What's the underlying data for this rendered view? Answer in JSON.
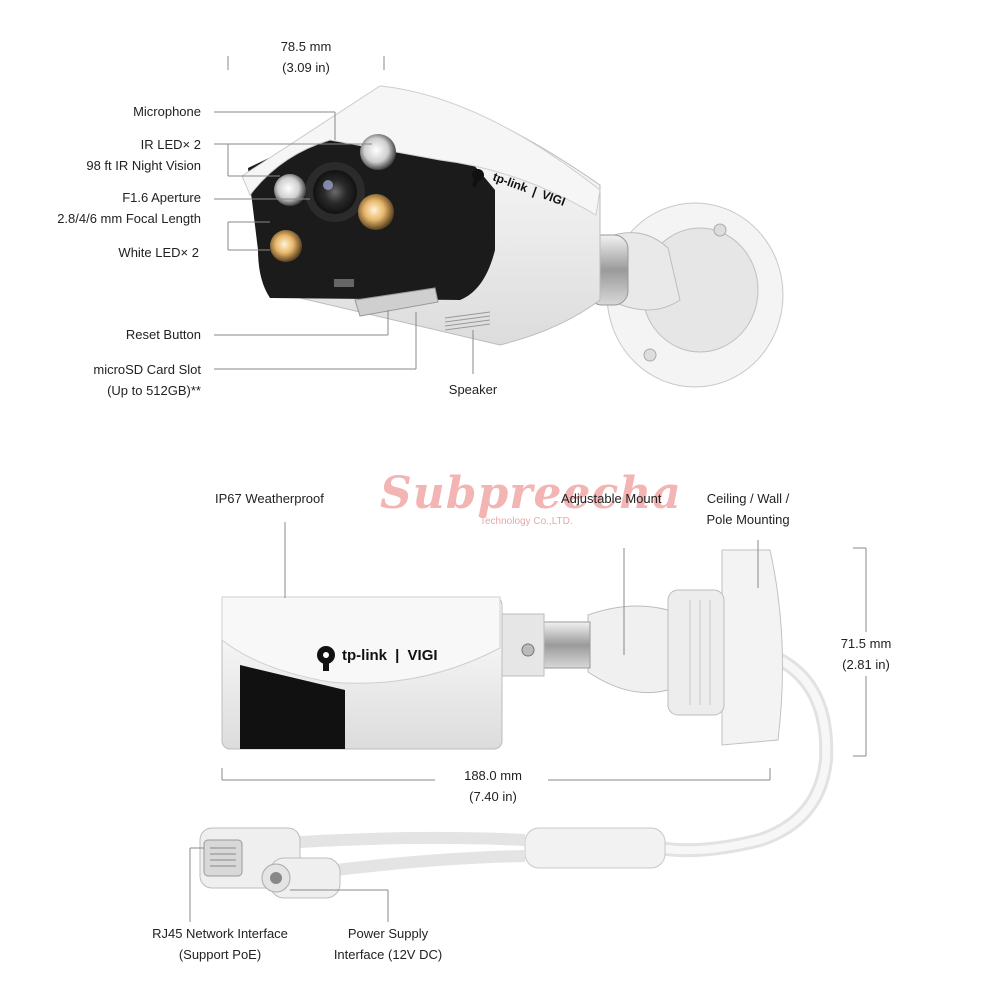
{
  "top_view": {
    "width": {
      "value": "78.5 mm",
      "sub": "(3.09 in)"
    },
    "labels": {
      "microphone": "Microphone",
      "ir_led": "IR LED× 2",
      "ir_night_vision": "98 ft IR Night Vision",
      "aperture": "F1.6 Aperture",
      "focal_length": "2.8/4/6 mm Focal Length",
      "white_led": "White LED× 2",
      "reset": "Reset Button",
      "microsd": "microSD Card Slot",
      "microsd_sub": "(Up to 512GB)**",
      "speaker": "Speaker"
    }
  },
  "side_view": {
    "labels": {
      "ip67": "IP67 Weatherproof",
      "adjustable_mount": "Adjustable Mount",
      "mounting_1": "Ceiling / Wall /",
      "mounting_2": "Pole Mounting",
      "rj45": "RJ45 Network Interface",
      "rj45_sub": "(Support PoE)",
      "power": "Power Supply",
      "power_sub": "Interface (12V DC)"
    },
    "height": {
      "value": "71.5 mm",
      "sub": "(2.81 in)"
    },
    "length": {
      "value": "188.0 mm",
      "sub": "(7.40 in)"
    }
  },
  "brand": {
    "logo_text": "tp-link",
    "logo_sep": "|",
    "logo_product": "VIGI"
  },
  "watermark": {
    "main": "Subpreecha",
    "sub": "Technology Co.,LTD."
  }
}
